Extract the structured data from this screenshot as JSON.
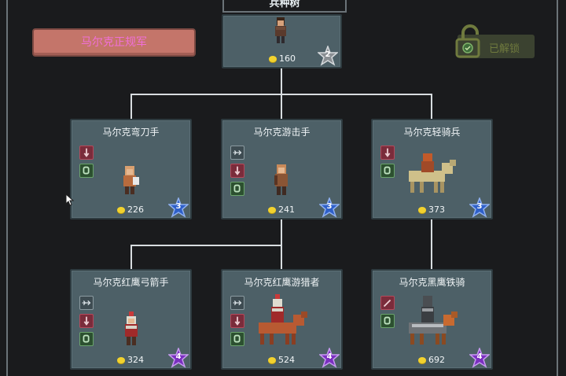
{
  "header": {
    "title": "兵种树"
  },
  "faction": {
    "label": "马尔克正规军"
  },
  "unlock": {
    "label": "已解锁"
  },
  "root": {
    "name": "",
    "cost": "160",
    "tier": "2"
  },
  "units": [
    {
      "id": "scimitar",
      "name": "马尔克弯刀手",
      "cost": "226",
      "tier": "3"
    },
    {
      "id": "skirmisher",
      "name": "马尔克游击手",
      "cost": "241",
      "tier": "3"
    },
    {
      "id": "light_cav",
      "name": "马尔克轻骑兵",
      "cost": "373",
      "tier": "3"
    },
    {
      "id": "hawk_archer",
      "name": "马尔克红鹰弓箭手",
      "cost": "324",
      "tier": "4"
    },
    {
      "id": "hawk_ranger",
      "name": "马尔克红鹰游猎者",
      "cost": "524",
      "tier": "4"
    },
    {
      "id": "black_hawk",
      "name": "马尔克黑鹰铁骑",
      "cost": "692",
      "tier": "4"
    }
  ],
  "colors": {
    "tier2": "#8a8f93",
    "tier3": "#2e5fc9",
    "tier4": "#7a2fc0",
    "coin": "#f2d22e"
  }
}
